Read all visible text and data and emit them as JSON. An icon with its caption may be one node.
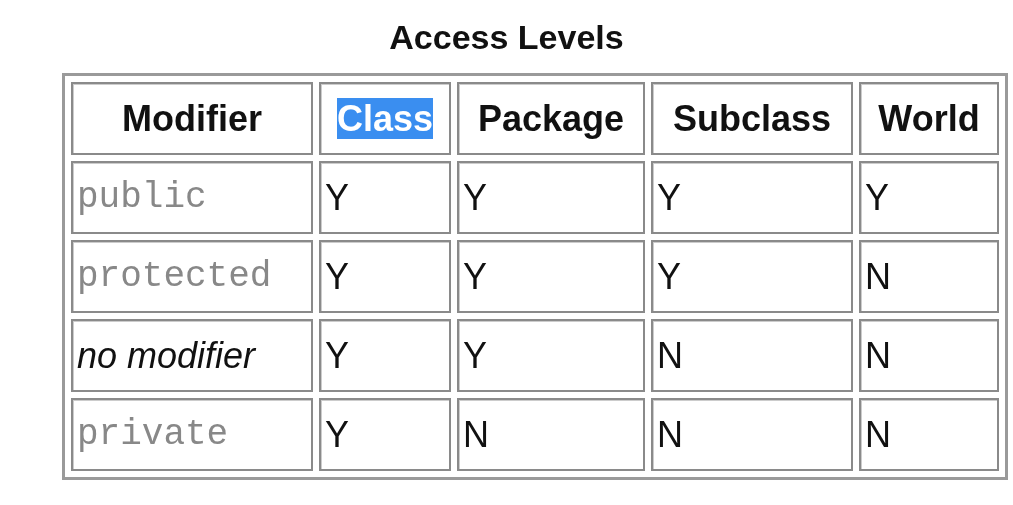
{
  "diagram": {
    "title": "Access Levels",
    "labels": [
      "Modifier",
      "Class",
      "Package",
      "Subclass",
      "World",
      "public",
      "Y",
      "Y",
      "Y",
      "Y",
      "protected",
      "Y",
      "Y",
      "Y",
      "N",
      "no modifier",
      "Y",
      "Y",
      "N",
      "N",
      "private",
      "Y",
      "N",
      "N",
      "N"
    ]
  }
}
